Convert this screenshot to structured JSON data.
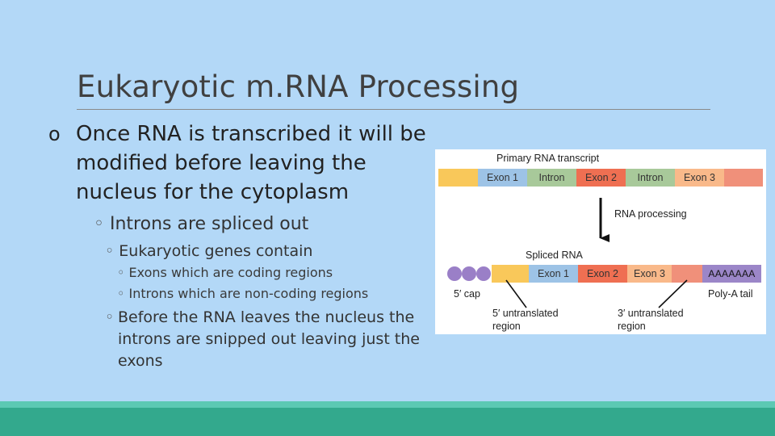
{
  "slide": {
    "title": "Eukaryotic m.RNA Processing",
    "bullets": {
      "l1_marker": "o",
      "l1_text": "Once RNA is transcribed it will be modified before leaving the nucleus for the cytoplasm",
      "sub_marker": "◦",
      "l2_text": "Introns are spliced out",
      "l3_a_text": "Eukaryotic genes contain",
      "l4_a_text": "Exons which are coding regions",
      "l4_b_text": "Introns which are non-coding regions",
      "l3_b_text": "Before the RNA leaves the nucleus the introns are snipped out leaving just the exons"
    }
  },
  "diagram": {
    "primary_title": "Primary RNA transcript",
    "primary_segments": [
      "Exon 1",
      "Intron",
      "Exon 2",
      "Intron",
      "Exon 3"
    ],
    "process_label": "RNA processing",
    "spliced_title": "Spliced RNA",
    "spliced_segments": [
      "Exon 1",
      "Exon 2",
      "Exon 3"
    ],
    "poly_a": "AAAAAAA",
    "cap_label": "5′ cap",
    "poly_a_label": "Poly-A tail",
    "utr5_line1": "5′ untranslated",
    "utr5_line2": "region",
    "utr3_line1": "3′ untranslated",
    "utr3_line2": "region",
    "colors": {
      "utr": "#f9c85a",
      "exon1": "#9dc3e6",
      "intron": "#a8c99a",
      "exon2": "#ef6f52",
      "exon3": "#f9b98a",
      "utr3": "#f0907a",
      "poly_a": "#9b86c8",
      "cap": "#9a7fc7"
    }
  }
}
